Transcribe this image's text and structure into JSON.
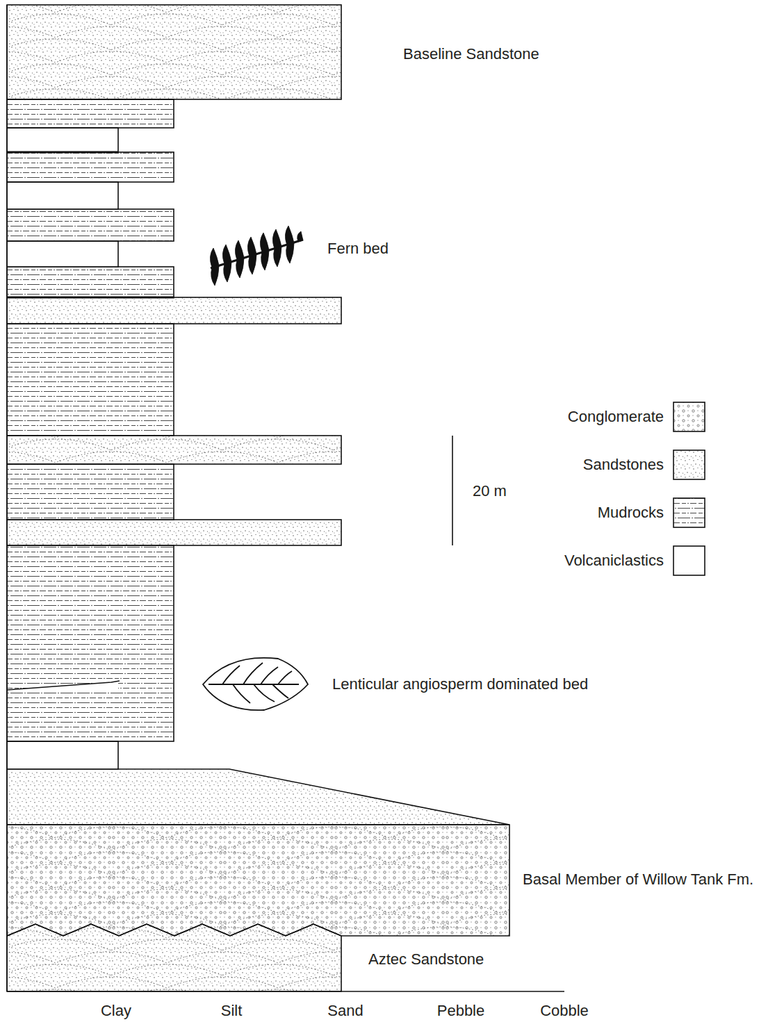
{
  "diagram": {
    "labels": [
      "Baseline Sandstone",
      "Fern bed",
      "20 m",
      "Lenticular angiosperm dominated bed",
      "Basal Member of Willow Tank Fm.",
      "Aztec Sandstone",
      "Clay",
      "Silt",
      "Sand",
      "Pebble",
      "Cobble"
    ],
    "legend": [
      {
        "text": "Conglomerate"
      },
      {
        "text": "Sandstones"
      },
      {
        "text": "Mudrocks"
      },
      {
        "text": "Volcaniclastics"
      }
    ]
  }
}
